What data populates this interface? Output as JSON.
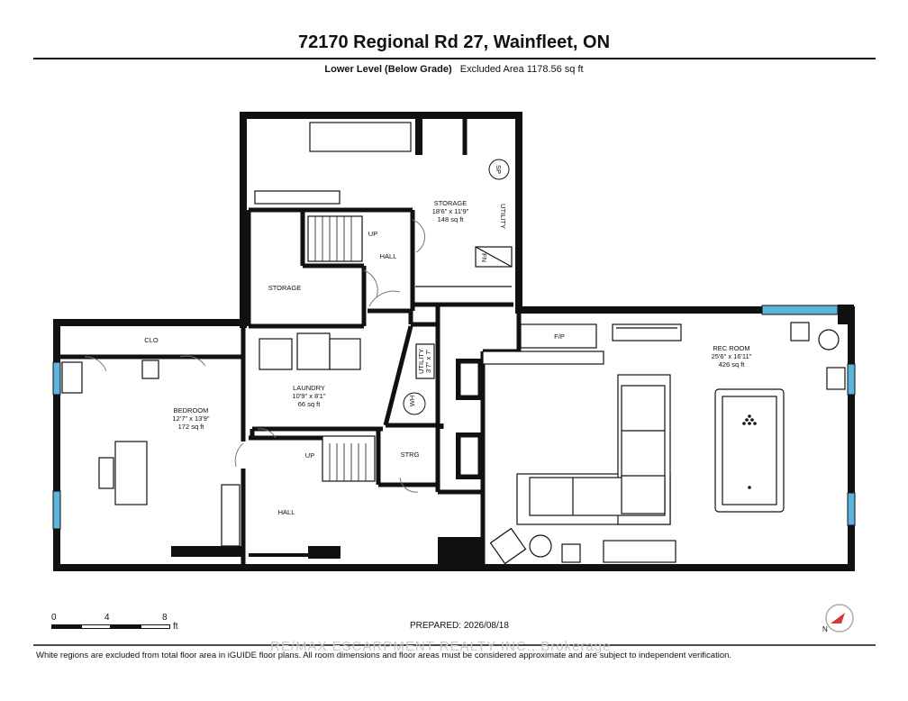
{
  "header": {
    "title": "72170 Regional Rd 27, Wainfleet, ON",
    "level": "Lower Level (Below Grade)",
    "excluded": "Excluded Area 1178.56 sq ft"
  },
  "rooms": {
    "storage_main": {
      "name": "STORAGE",
      "dims": "18'6\" x 11'9\"",
      "area": "148 sq ft"
    },
    "utility_side": "UTILITY",
    "sp": "SP",
    "fn": "FN",
    "up_top": "UP",
    "hall_top": "HALL",
    "storage_left": "STORAGE",
    "clo": "CLO",
    "bedroom": {
      "name": "BEDROOM",
      "dims": "12'7\" x 13'9\"",
      "area": "172 sq ft"
    },
    "laundry": {
      "name": "LAUNDRY",
      "dims": "10'9\" x 8'1\"",
      "area": "66 sq ft"
    },
    "utility_small": {
      "name": "UTILITY",
      "dims": "3'7\" x 7'"
    },
    "wh": "WH",
    "up_bottom": "UP",
    "strg": "STRG",
    "hall_bottom": "HALL",
    "fp": "F/P",
    "rec_room": {
      "name": "REC ROOM",
      "dims": "25'6\" x 16'11\"",
      "area": "426 sq ft"
    }
  },
  "scale": {
    "t0": "0",
    "t4": "4",
    "t8": "8",
    "unit": "ft"
  },
  "prepared": "PREPARED: 2026/08/18",
  "watermark": "RE/MAX ESCARPMENT REALTY INC., Brokerage",
  "footer": "White regions are excluded from total floor area in iGUIDE floor plans. All room dimensions and floor areas must be considered approximate and are subject to independent verification.",
  "colors": {
    "wall": "#111111",
    "window": "#5ab4dc",
    "compass": "#d23a3a"
  }
}
